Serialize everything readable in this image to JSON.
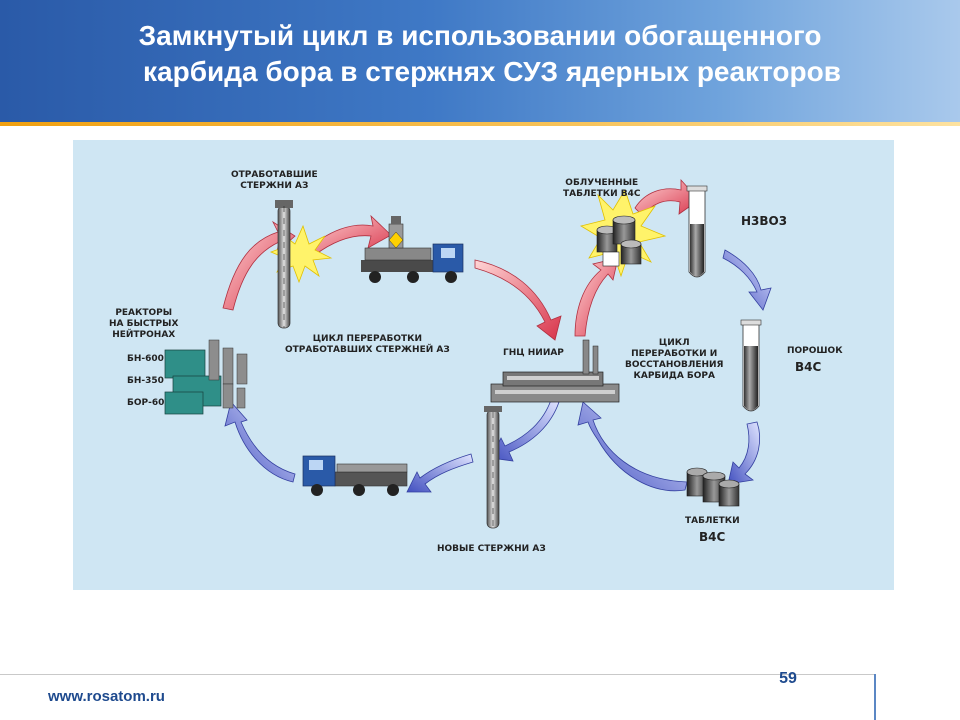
{
  "header": {
    "title_line1": "Замкнутый цикл в использовании обогащенного",
    "title_line2": "карбида бора в стержнях СУЗ ядерных реакторов"
  },
  "diagram": {
    "spent_rods": "ОТРАБОТАВШИЕ\nСТЕРЖНИ АЗ",
    "irradiated_pellets": "ОБЛУЧЕННЫЕ\nТАБЛЕТКИ B4C",
    "h3bo3": "H3BO3",
    "reactors": "РЕАКТОРЫ\nНА БЫСТРЫХ\nНЕЙТРОНАХ",
    "bn600": "БН-600",
    "bn350": "БН-350",
    "bor60": "БОР-60",
    "cycle_rods": "ЦИКЛ ПЕРЕРАБОТКИ\nОТРАБОТАВШИХ СТЕРЖНЕЙ АЗ",
    "gnc": "ГНЦ НИИАР",
    "cycle_b4c": "ЦИКЛ\nПЕРЕРАБОТКИ И\nВОССТАНОВЛЕНИЯ\nКАРБИДА БОРА",
    "powder": "ПОРОШОК",
    "powder_formula": "B4C",
    "pellets": "ТАБЛЕТКИ",
    "pellets_formula": "B4C",
    "new_rods": "НОВЫЕ СТЕРЖНИ АЗ"
  },
  "footer": {
    "url": "www.rosatom.ru",
    "page": "59"
  },
  "colors": {
    "header_blue": "#2a5aa8",
    "accent_orange": "#f0a010",
    "diagram_bg": "#cfe6f3",
    "arrow_red": "#d94a5a",
    "arrow_blue": "#5566c8"
  }
}
